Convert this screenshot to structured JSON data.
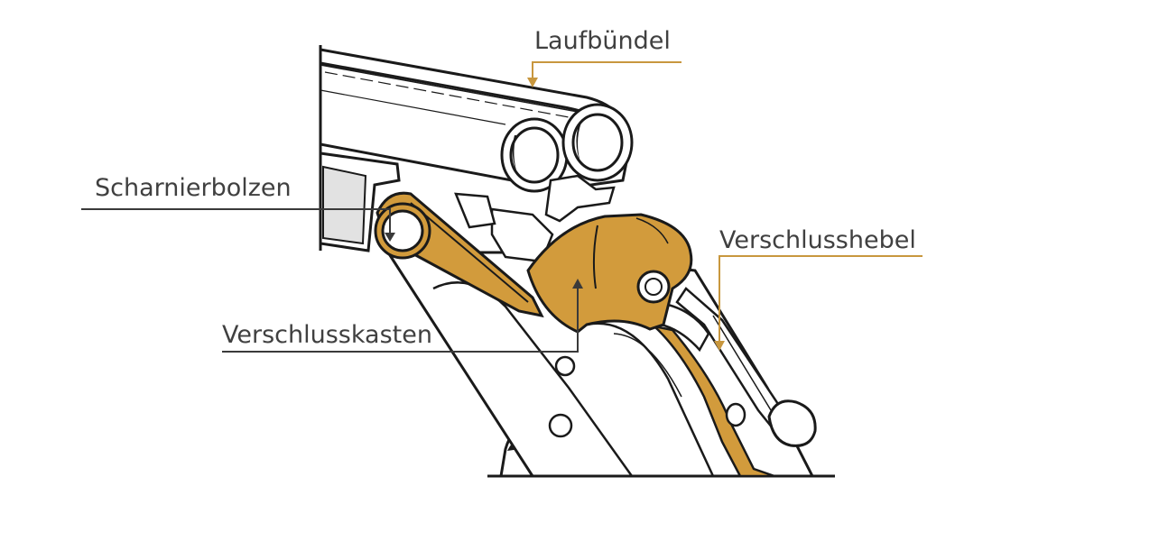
{
  "labels": {
    "barrels": "Laufbündel",
    "hinge_pin": "Scharnierbolzen",
    "top_lever": "Verschlusshebel",
    "action": "Verschlusskasten"
  },
  "colors": {
    "background": "#ffffff",
    "ink": "#1a1a1a",
    "gold": "#d29b3c",
    "gold_line": "#c8973e",
    "gray_line": "#3a3a3a",
    "label_text": "#404040",
    "light_gray": "#e2e2e2"
  }
}
